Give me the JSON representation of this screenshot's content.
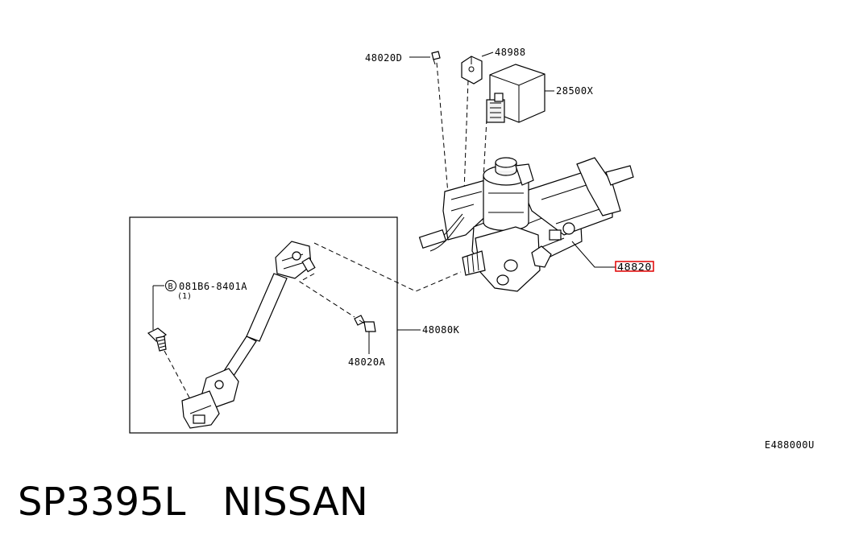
{
  "labels": {
    "nut_48020d": "48020D",
    "bracket_48988": "48988",
    "module_28500x": "28500X",
    "column_48820": "48820",
    "bolt_081b6": "081B6-8401A",
    "bolt_081b6_prefix": "B",
    "bolt_081b6_qty": "(1)",
    "shaft_48080k": "48080K",
    "bolt_48020a": "48020A",
    "diagram_code": "E488000U"
  },
  "caption": {
    "part_number": "SP3395L",
    "brand": "NISSAN"
  },
  "colors": {
    "highlight": "#e00000",
    "line": "#000000",
    "background": "#ffffff"
  }
}
